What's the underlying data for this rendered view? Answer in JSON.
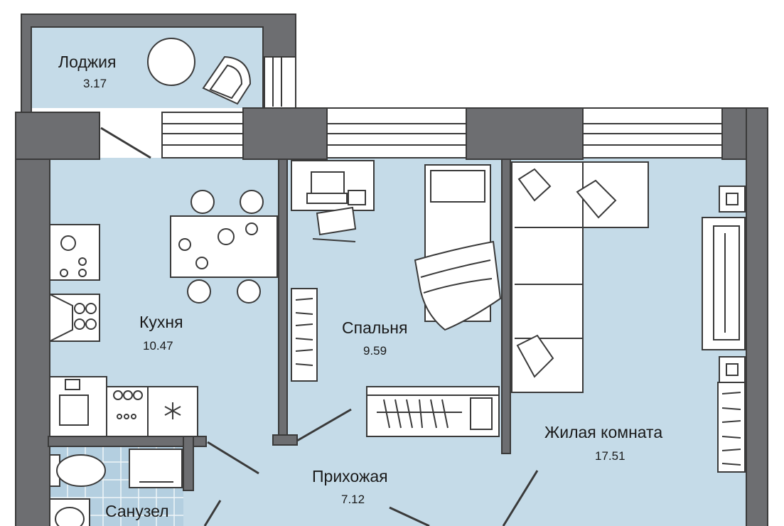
{
  "rooms": [
    {
      "id": "loggia",
      "name": "Лоджия",
      "area": "3.17"
    },
    {
      "id": "kitchen",
      "name": "Кухня",
      "area": "10.47"
    },
    {
      "id": "bedroom",
      "name": "Спальня",
      "area": "9.59"
    },
    {
      "id": "living",
      "name": "Жилая комната",
      "area": "17.51"
    },
    {
      "id": "hallway",
      "name": "Прихожая",
      "area": "7.12"
    },
    {
      "id": "bathroom",
      "name": "Санузел",
      "area": ""
    }
  ],
  "colors": {
    "floor": "#c5dbe8",
    "wall": "#6d6e71",
    "outline": "#3a3a3a",
    "furniture": "#ffffff"
  }
}
